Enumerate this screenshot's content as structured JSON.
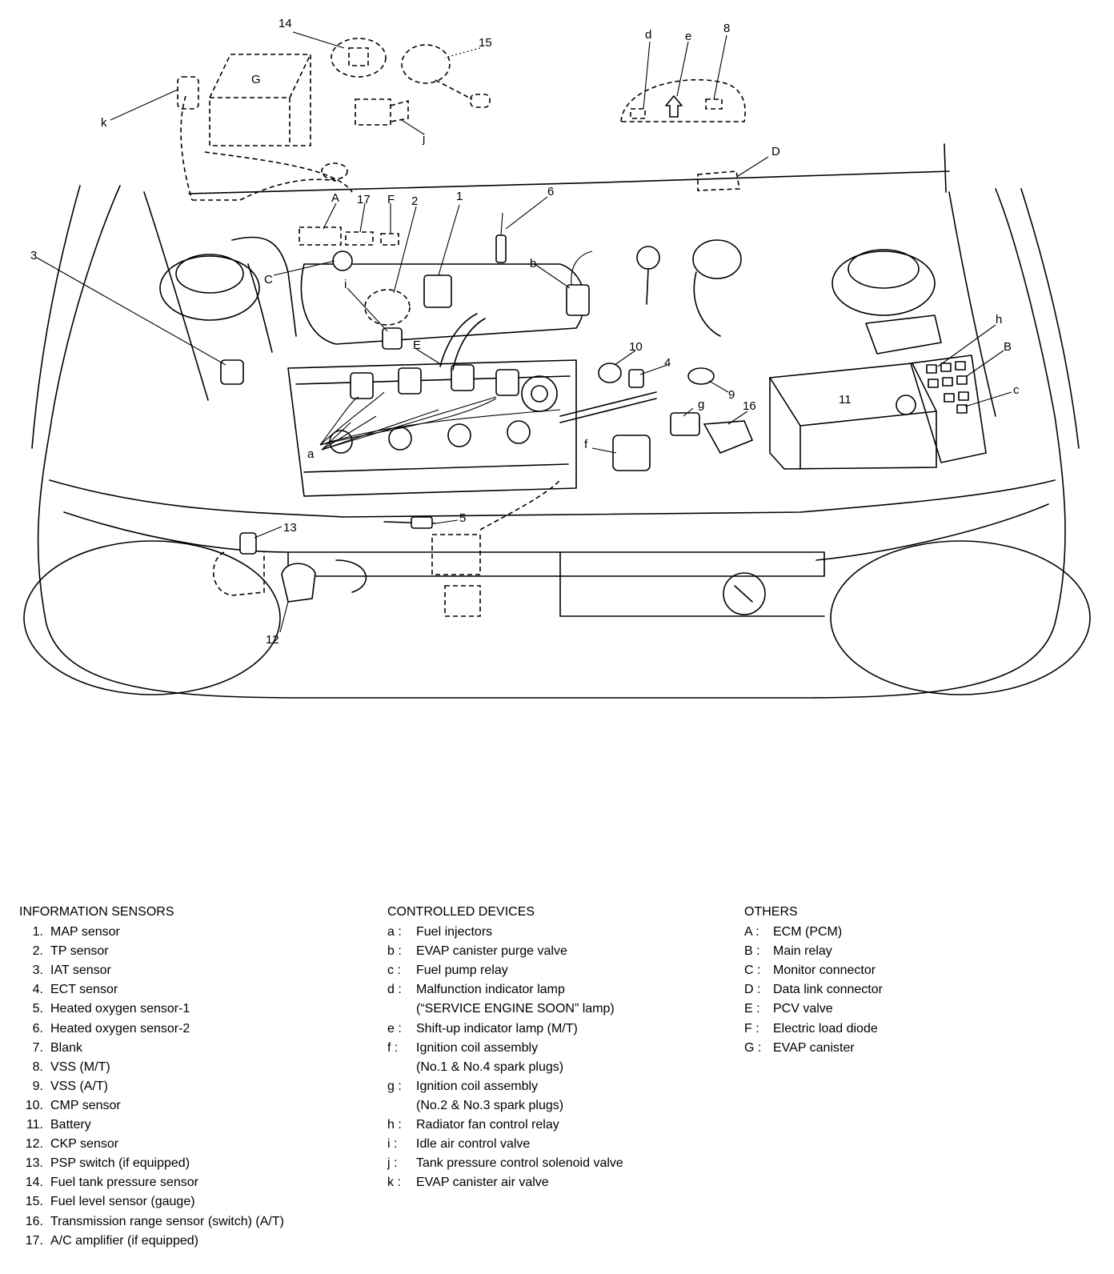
{
  "callouts": {
    "n1": "1",
    "n2": "2",
    "n3": "3",
    "n4": "4",
    "n5": "5",
    "n6": "6",
    "n8": "8",
    "n9": "9",
    "n10": "10",
    "n11": "11",
    "n12": "12",
    "n13": "13",
    "n14": "14",
    "n15": "15",
    "n16": "16",
    "n17": "17",
    "la": "a",
    "lb": "b",
    "lc": "c",
    "ld": "d",
    "le": "e",
    "lf": "f",
    "lg": "g",
    "lh": "h",
    "li": "i",
    "lj": "j",
    "lk": "k",
    "uA": "A",
    "uB": "B",
    "uC": "C",
    "uD": "D",
    "uE": "E",
    "uF": "F",
    "uG": "G"
  },
  "legend": {
    "sensors": {
      "title": "INFORMATION SENSORS",
      "items": [
        {
          "key": "1.",
          "text": "MAP sensor"
        },
        {
          "key": "2.",
          "text": "TP sensor"
        },
        {
          "key": "3.",
          "text": "IAT sensor"
        },
        {
          "key": "4.",
          "text": "ECT sensor"
        },
        {
          "key": "5.",
          "text": "Heated oxygen sensor-1"
        },
        {
          "key": "6.",
          "text": "Heated oxygen sensor-2"
        },
        {
          "key": "7.",
          "text": "Blank"
        },
        {
          "key": "8.",
          "text": "VSS (M/T)"
        },
        {
          "key": "9.",
          "text": "VSS (A/T)"
        },
        {
          "key": "10.",
          "text": "CMP sensor"
        },
        {
          "key": "11.",
          "text": "Battery"
        },
        {
          "key": "12.",
          "text": "CKP sensor"
        },
        {
          "key": "13.",
          "text": "PSP switch (if equipped)"
        },
        {
          "key": "14.",
          "text": "Fuel tank pressure sensor"
        },
        {
          "key": "15.",
          "text": "Fuel level sensor (gauge)"
        },
        {
          "key": "16.",
          "text": "Transmission range sensor (switch) (A/T)"
        },
        {
          "key": "17.",
          "text": "A/C amplifier (if equipped)"
        }
      ]
    },
    "devices": {
      "title": "CONTROLLED DEVICES",
      "items": [
        {
          "key": "a :",
          "text": "Fuel injectors"
        },
        {
          "key": "b :",
          "text": "EVAP canister purge valve"
        },
        {
          "key": "c :",
          "text": "Fuel pump relay"
        },
        {
          "key": "d :",
          "text": "Malfunction indicator lamp",
          "cont": "(“SERVICE ENGINE SOON” lamp)"
        },
        {
          "key": "e :",
          "text": "Shift-up indicator lamp (M/T)"
        },
        {
          "key": "f :",
          "text": "Ignition coil assembly",
          "cont": "(No.1 & No.4 spark plugs)"
        },
        {
          "key": "g :",
          "text": "Ignition coil assembly",
          "cont": "(No.2 & No.3 spark plugs)"
        },
        {
          "key": "h :",
          "text": "Radiator fan control relay"
        },
        {
          "key": "i :",
          "text": "Idle air control valve"
        },
        {
          "key": "j :",
          "text": "Tank pressure control solenoid valve"
        },
        {
          "key": "k :",
          "text": "EVAP canister air valve"
        }
      ]
    },
    "others": {
      "title": "OTHERS",
      "items": [
        {
          "key": "A :",
          "text": "ECM (PCM)"
        },
        {
          "key": "B :",
          "text": "Main relay"
        },
        {
          "key": "C :",
          "text": "Monitor connector"
        },
        {
          "key": "D :",
          "text": "Data link connector"
        },
        {
          "key": "E :",
          "text": "PCV valve"
        },
        {
          "key": "F :",
          "text": "Electric load diode"
        },
        {
          "key": "G :",
          "text": "EVAP canister"
        }
      ]
    }
  }
}
